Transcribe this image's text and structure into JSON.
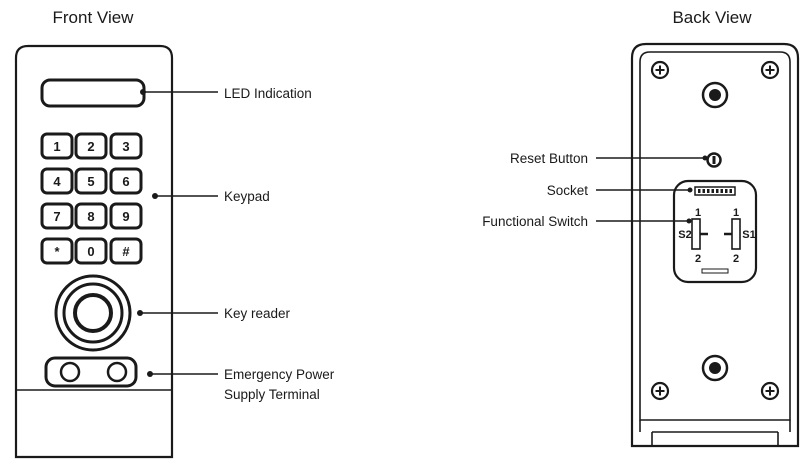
{
  "front_view": {
    "title": "Front View",
    "keys": [
      [
        "1",
        "2",
        "3"
      ],
      [
        "4",
        "5",
        "6"
      ],
      [
        "7",
        "8",
        "9"
      ],
      [
        "*",
        "0",
        "#"
      ]
    ],
    "callouts": {
      "led": "LED Indication",
      "keypad": "Keypad",
      "key_reader": "Key reader",
      "emergency_line1": "Emergency Power",
      "emergency_line2": "Supply Terminal"
    }
  },
  "back_view": {
    "title": "Back View",
    "callouts": {
      "reset": "Reset Button",
      "socket": "Socket",
      "switch": "Functional Switch"
    },
    "switch_labels": {
      "s1": "S1",
      "s2": "S2",
      "pos1": "1",
      "pos2": "2"
    }
  },
  "colors": {
    "stroke": "#1a1a1a",
    "fill": "#ffffff"
  }
}
